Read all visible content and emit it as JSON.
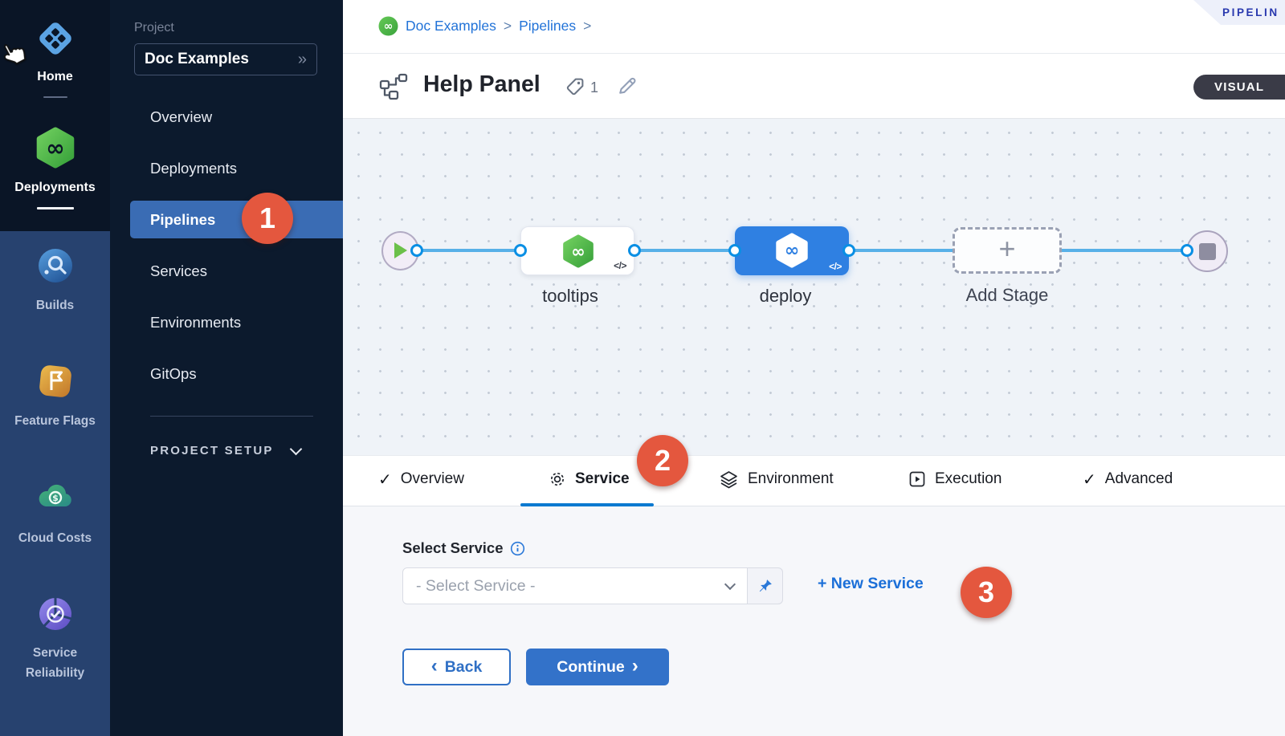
{
  "colors": {
    "accent_blue": "#1b6fd8",
    "primary_button_blue": "#3372c9",
    "nav_selected_blue": "#3a6cb4",
    "badge_red": "#e4573e",
    "harness_green": "#4fb84a",
    "deploy_node_blue": "#2f80e2",
    "connector_blue": "#0a8fe4",
    "sidebar_dark": "#0a1526",
    "module_strip_blue": "#27426f"
  },
  "module_sidebar": {
    "items": [
      {
        "label": "Home",
        "icon": "home-grid-icon"
      },
      {
        "label": "Deployments",
        "icon": "deployments-hexagon-icon"
      },
      {
        "label": "Builds",
        "icon": "builds-icon"
      },
      {
        "label": "Feature Flags",
        "icon": "feature-flags-icon"
      },
      {
        "label": "Cloud Costs",
        "icon": "cloud-costs-icon"
      },
      {
        "label": "Service Reliability",
        "icon": "service-reliability-icon"
      }
    ]
  },
  "project_nav": {
    "section_label": "Project",
    "project_name": "Doc Examples",
    "items": [
      "Overview",
      "Deployments",
      "Pipelines",
      "Services",
      "Environments",
      "GitOps"
    ],
    "selected_item": "Pipelines",
    "annotation_badge": "1",
    "setup_label": "PROJECT SETUP"
  },
  "breadcrumb": {
    "crumb1": "Doc Examples",
    "crumb2": "Pipelines",
    "separator": ">"
  },
  "page_header": {
    "title": "Help Panel",
    "tag_count": "1",
    "ribbon_label": "PIPELIN",
    "view_toggle_label": "VISUAL"
  },
  "pipeline": {
    "stage1_name": "tooltips",
    "stage2_name": "deploy",
    "add_stage_label": "Add Stage"
  },
  "tabs": {
    "items": [
      {
        "label": "Overview",
        "icon": "check-icon"
      },
      {
        "label": "Service",
        "icon": "gear-icon",
        "active": true,
        "annotation_badge": "2"
      },
      {
        "label": "Environment",
        "icon": "layers-icon"
      },
      {
        "label": "Execution",
        "icon": "play-square-icon"
      },
      {
        "label": "Advanced",
        "icon": "check-icon"
      }
    ]
  },
  "service_form": {
    "label": "Select Service",
    "dropdown_value": "- Select Service -",
    "new_service_link": "+ New Service",
    "annotation_badge": "3",
    "back_label": "Back",
    "continue_label": "Continue"
  },
  "glyphs": {
    "check": "✓",
    "double_chevron": "»",
    "chevron_left": "‹",
    "chevron_right": "›",
    "plus": "+",
    "infinity": "∞",
    "code": "</>",
    "dollar": "$"
  }
}
